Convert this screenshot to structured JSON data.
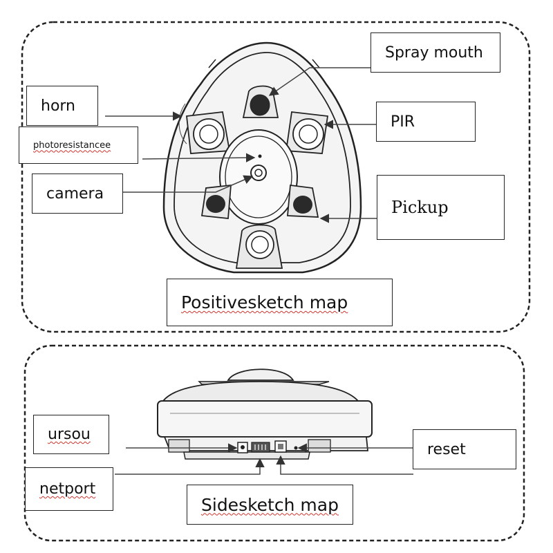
{
  "labels": {
    "spray_mouth": "Spray mouth",
    "horn": "horn",
    "pir": "PIR",
    "photoresistance": "photoresistancee",
    "camera": "camera",
    "pickup": "Pickup",
    "positive_caption": "Positivesketch map",
    "ursou": "ursou",
    "netport": "netport",
    "reset": "reset",
    "side_caption": "Sidesketch map"
  },
  "colors": {
    "line": "#222222",
    "squiggle": "#d0342c",
    "dark_sensor": "#2a2a2a",
    "device_fill": "#f3f3f3"
  }
}
